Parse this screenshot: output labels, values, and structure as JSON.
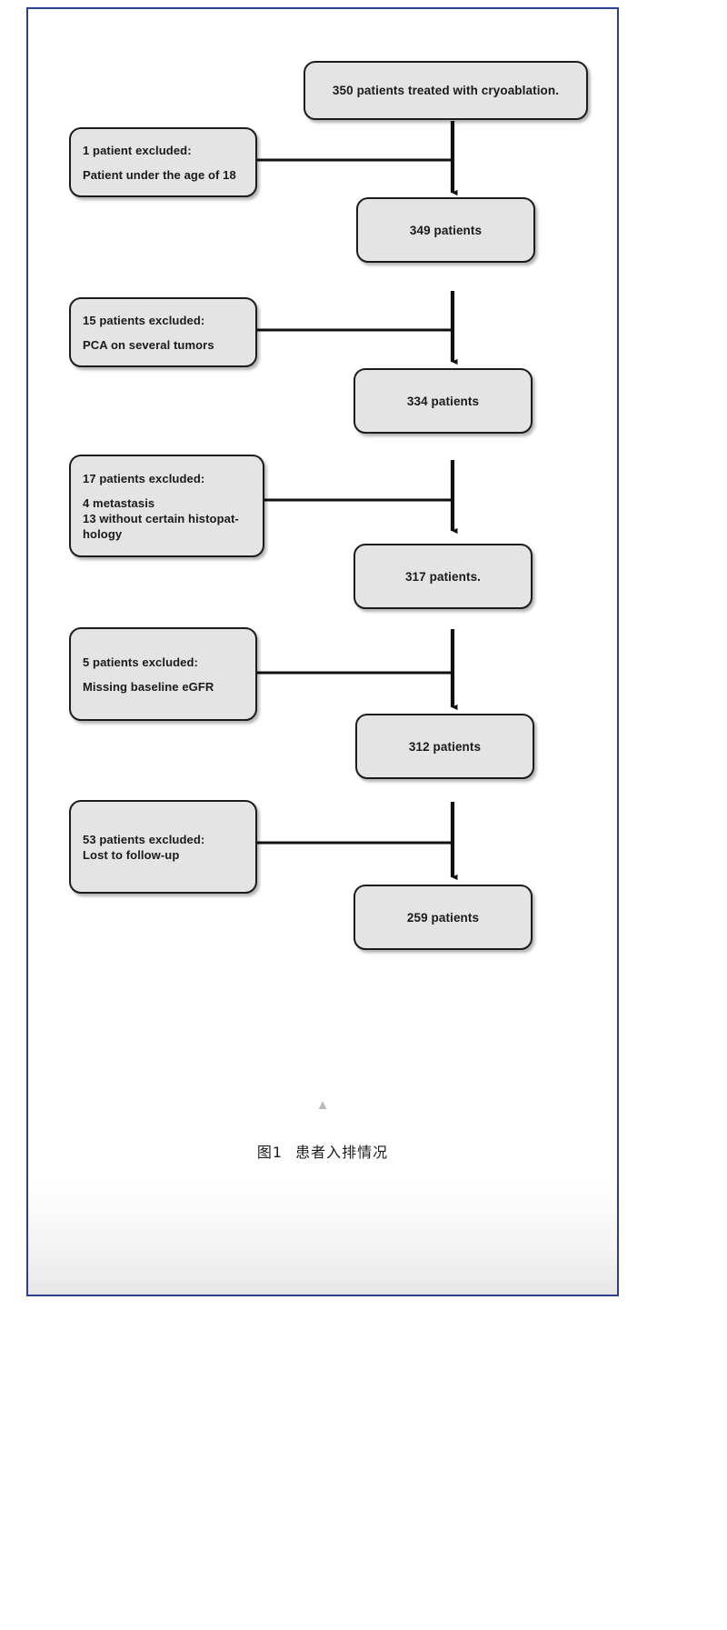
{
  "figure": {
    "caption_number": "图1",
    "caption_text": "患者入排情况",
    "collapse_marker_icon": "triangle-up-icon",
    "border_color": "#2c3f93",
    "node_fill": "#e4e4e4",
    "node_stroke": "#1c1c1c"
  },
  "flow": {
    "type": "flowchart",
    "orientation": "vertical",
    "main_nodes": [
      {
        "id": "n0",
        "label": "350 patients treated with cryoablation.",
        "count": 350
      },
      {
        "id": "n1",
        "label": "349 patients",
        "count": 349
      },
      {
        "id": "n2",
        "label": "334 patients",
        "count": 334
      },
      {
        "id": "n3",
        "label": "317 patients.",
        "count": 317
      },
      {
        "id": "n4",
        "label": "312 patients",
        "count": 312
      },
      {
        "id": "n5",
        "label": "259 patients",
        "count": 259
      }
    ],
    "exclusion_nodes": [
      {
        "id": "e1",
        "excluded": 1,
        "lines": [
          "1 patient excluded:",
          "Patient under the age of 18"
        ]
      },
      {
        "id": "e2",
        "excluded": 15,
        "lines": [
          "15 patients excluded:",
          "PCA on several tumors"
        ]
      },
      {
        "id": "e3",
        "excluded": 17,
        "lines": [
          "17 patients excluded:",
          "4 metastasis",
          "13 without certain histopat-",
          "hology"
        ]
      },
      {
        "id": "e4",
        "excluded": 5,
        "lines": [
          "5 patients excluded:",
          "Missing baseline eGFR"
        ]
      },
      {
        "id": "e5",
        "excluded": 53,
        "lines": [
          "53 patients excluded:",
          "Lost to follow-up"
        ]
      }
    ]
  }
}
